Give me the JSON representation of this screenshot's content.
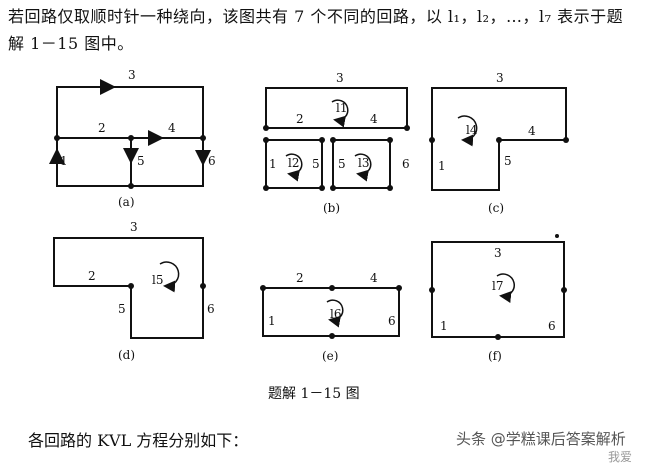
{
  "intro": {
    "line1": "若回路仅取顺时针一种绕向，该图共有 7 个不同的回路，以 l₁，l₂，…，l₇ 表示于题",
    "line2": "解 1－15 图中。"
  },
  "figure_caption": "题解 1－15 图",
  "bottom_text": "各回路的 KVL 方程分别如下：",
  "watermark": "头条 @学糕课后答案解析",
  "corner_text": "我爱",
  "subfigures": [
    {
      "id": "a",
      "caption": "(a)",
      "labels": [
        "3",
        "2",
        "4",
        "1",
        "5",
        "6"
      ]
    },
    {
      "id": "b",
      "caption": "(b)",
      "labels": [
        "3",
        "2",
        "4",
        "1",
        "5",
        "5",
        "6"
      ],
      "loops": [
        "l1",
        "l2",
        "l3"
      ]
    },
    {
      "id": "c",
      "caption": "(c)",
      "labels": [
        "3",
        "4",
        "1",
        "5"
      ],
      "loops": [
        "l4"
      ]
    },
    {
      "id": "d",
      "caption": "(d)",
      "labels": [
        "3",
        "2",
        "5",
        "6"
      ],
      "loops": [
        "l5"
      ]
    },
    {
      "id": "e",
      "caption": "(e)",
      "labels": [
        "2",
        "4",
        "1",
        "6"
      ],
      "loops": [
        "l6"
      ]
    },
    {
      "id": "f",
      "caption": "(f)",
      "labels": [
        "3",
        "1",
        "6"
      ],
      "loops": [
        "l7"
      ]
    }
  ]
}
